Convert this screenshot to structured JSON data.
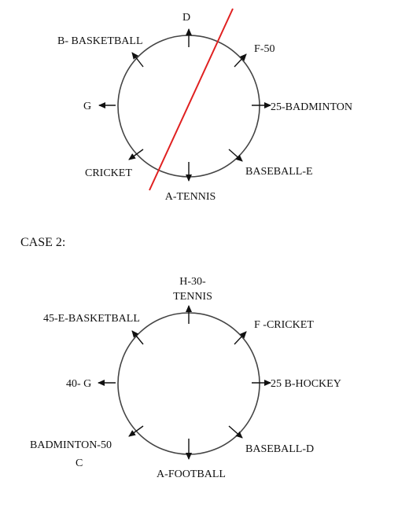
{
  "case1": {
    "labels": {
      "top": "D",
      "top_left": "B- BASKETBALL",
      "top_right": "F-50",
      "left": "G",
      "right": "25-BADMINTON",
      "bottom_left": "CRICKET",
      "bottom_right": "BASEBALL-E",
      "bottom": "A-TENNIS"
    },
    "divider_color": "#e02020"
  },
  "case2": {
    "title": "CASE 2:",
    "labels": {
      "top_line1": "H-30-",
      "top_line2": "TENNIS",
      "top_left": "45-E-BASKETBALL",
      "top_right": "F -CRICKET",
      "left": "40- G",
      "right": "25 B-HOCKEY",
      "bottom_left_line1": "BADMINTON-50",
      "bottom_left_line2": "C",
      "bottom_right": "BASEBALL-D",
      "bottom": "A-FOOTBALL"
    }
  }
}
